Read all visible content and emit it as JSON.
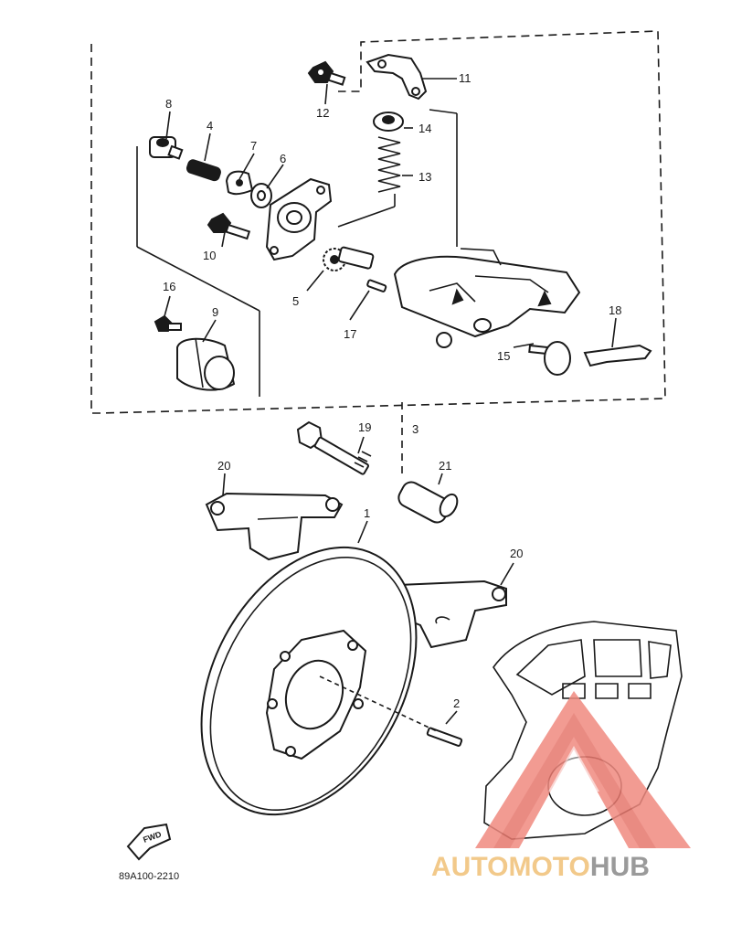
{
  "diagram": {
    "drawing_code": "89A100-2210",
    "direction_label": "FWD",
    "parts": [
      {
        "id": "1",
        "label": "1"
      },
      {
        "id": "2",
        "label": "2"
      },
      {
        "id": "3",
        "label": "3"
      },
      {
        "id": "4",
        "label": "4"
      },
      {
        "id": "5",
        "label": "5"
      },
      {
        "id": "6",
        "label": "6"
      },
      {
        "id": "7",
        "label": "7"
      },
      {
        "id": "8",
        "label": "8"
      },
      {
        "id": "9",
        "label": "9"
      },
      {
        "id": "10",
        "label": "10"
      },
      {
        "id": "11",
        "label": "11"
      },
      {
        "id": "12",
        "label": "12"
      },
      {
        "id": "13",
        "label": "13"
      },
      {
        "id": "14",
        "label": "14"
      },
      {
        "id": "15",
        "label": "15"
      },
      {
        "id": "16",
        "label": "16"
      },
      {
        "id": "17",
        "label": "17"
      },
      {
        "id": "18",
        "label": "18"
      },
      {
        "id": "19",
        "label": "19"
      },
      {
        "id": "20a",
        "label": "20"
      },
      {
        "id": "20b",
        "label": "20"
      },
      {
        "id": "21",
        "label": "21"
      }
    ]
  },
  "watermark": {
    "part1": "AUTOMOTO",
    "part2": "HUB",
    "colors": {
      "logo": "#f08a80",
      "text_a": "#f2c98a",
      "text_b": "#9a9a9a"
    }
  }
}
